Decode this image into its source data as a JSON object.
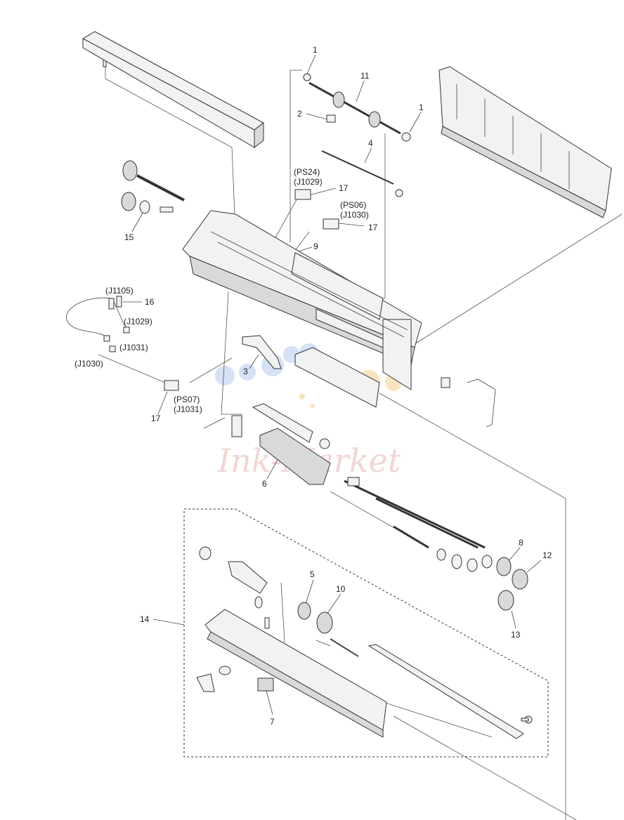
{
  "watermark": "Ink-Market",
  "callouts": [
    {
      "id": "c1a",
      "text": "1"
    },
    {
      "id": "c11",
      "text": "11"
    },
    {
      "id": "c2",
      "text": "2"
    },
    {
      "id": "c1b",
      "text": "1"
    },
    {
      "id": "c4",
      "text": "4"
    },
    {
      "id": "ps24",
      "text": "(PS24)"
    },
    {
      "id": "j1029a",
      "text": "(J1029)"
    },
    {
      "id": "c17a",
      "text": "17"
    },
    {
      "id": "ps06",
      "text": "(PS06)"
    },
    {
      "id": "j1030a",
      "text": "(J1030)"
    },
    {
      "id": "c17b",
      "text": "17"
    },
    {
      "id": "c9",
      "text": "9"
    },
    {
      "id": "c15",
      "text": "15"
    },
    {
      "id": "j1105",
      "text": "(J1105)"
    },
    {
      "id": "c16",
      "text": "16"
    },
    {
      "id": "j1029b",
      "text": "(J1029)"
    },
    {
      "id": "j1031a",
      "text": "(J1031)"
    },
    {
      "id": "j1030b",
      "text": "(J1030)"
    },
    {
      "id": "c3",
      "text": "3"
    },
    {
      "id": "ps07",
      "text": "(PS07)"
    },
    {
      "id": "j1031b",
      "text": "(J1031)"
    },
    {
      "id": "c17c",
      "text": "17"
    },
    {
      "id": "c6",
      "text": "6"
    },
    {
      "id": "c8",
      "text": "8"
    },
    {
      "id": "c12",
      "text": "12"
    },
    {
      "id": "c5",
      "text": "5"
    },
    {
      "id": "c10",
      "text": "10"
    },
    {
      "id": "c14",
      "text": "14"
    },
    {
      "id": "c13",
      "text": "13"
    },
    {
      "id": "c7",
      "text": "7"
    }
  ]
}
